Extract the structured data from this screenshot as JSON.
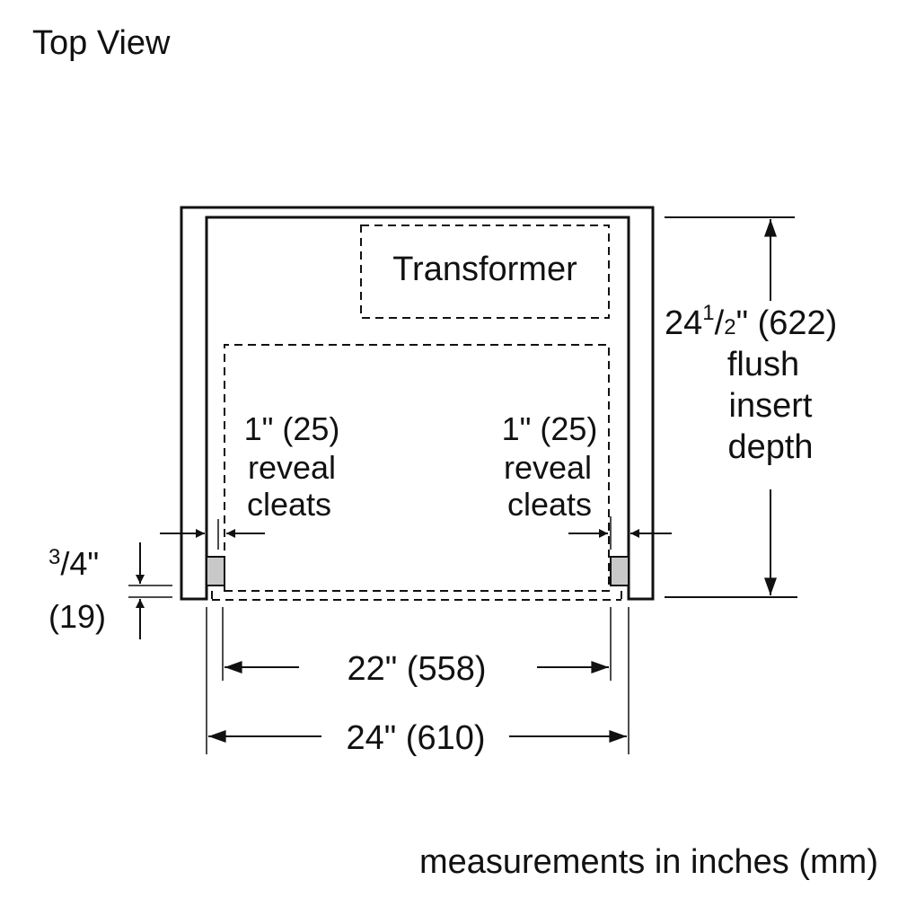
{
  "title": "Top View",
  "transformer_label": "Transformer",
  "depth": {
    "whole": "24",
    "fraction_num": "1",
    "fraction_sep": "/",
    "fraction_den": "2",
    "metric": "\" (622)",
    "line2": "flush",
    "line3": "insert",
    "line4": "depth"
  },
  "left_cleat": {
    "line1": "1\" (25)",
    "line2": "reveal",
    "line3": "cleats"
  },
  "right_cleat": {
    "line1": "1\" (25)",
    "line2": "reveal",
    "line3": "cleats"
  },
  "offset": {
    "fraction_num": "3",
    "fraction_rest": "/4\"",
    "metric": "(19)"
  },
  "inner_width": "22\" (558)",
  "outer_width": "24\" (610)",
  "footnote": "measurements in inches (mm)",
  "colors": {
    "ink": "#111111",
    "cleat_fill": "#c8c8c8"
  }
}
